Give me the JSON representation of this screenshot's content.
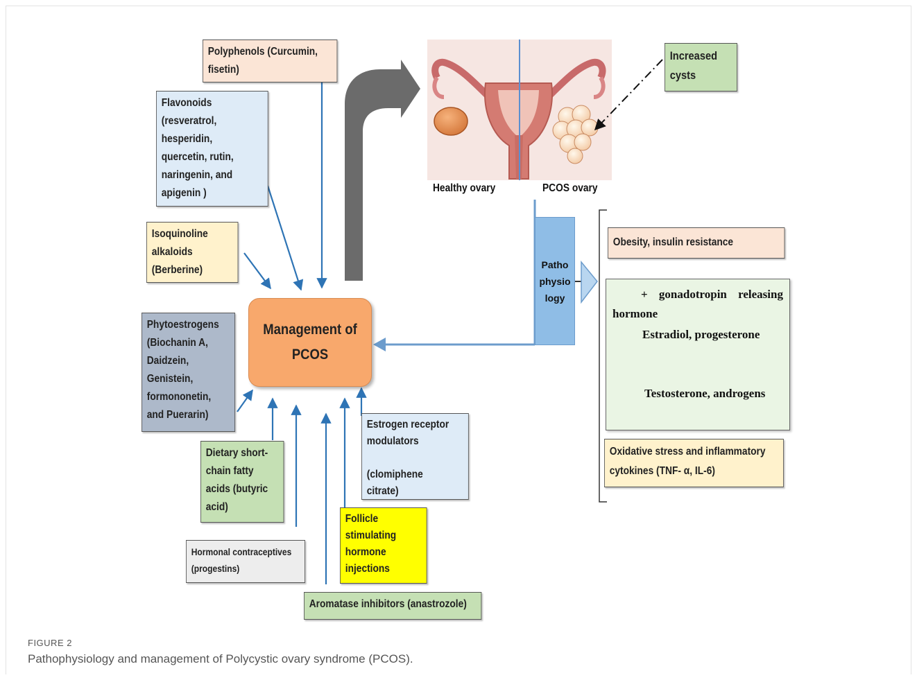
{
  "boxes": {
    "polyphenols": "Polyphenols (Curcumin,\nfisetin)",
    "flavonoids": "Flavonoids\n(resveratrol,\nhesperidin,\nquercetin, rutin,\nnaringenin, and\napigenin )",
    "isoquinoline": "Isoquinoline\nalkaloids\n(Berberine)",
    "phytoestrogens": "Phytoestrogens\n(Biochanin A,\nDaidzein,\nGenistein,\nformononetin,\nand Puerarin)",
    "dietary": "Dietary short-\nchain fatty\nacids (butyric\nacid)",
    "hormonal": "Hormonal contraceptives\n(progestins)",
    "estrogen": "Estrogen receptor\nmodulators\n\n(clomiphene\ncitrate)",
    "follicle": "Follicle\nstimulating\nhormone\ninjections",
    "aromatase": "Aromatase inhibitors (anastrozole)",
    "increased_cysts": "Increased\ncysts",
    "obesity": "Obesity, insulin resistance",
    "oxidative": "Oxidative stress and inflammatory\ncytokines (TNF- α, IL-6)"
  },
  "center": "Management of\nPCOS",
  "patho": "Patho\nphysio\nlogy",
  "ovary_labels": {
    "healthy": "Healthy ovary",
    "pcos": "PCOS ovary"
  },
  "hormones": {
    "gnrh_line1": "+ gonadotropin releasing",
    "gnrh_line2": "hormone",
    "estradiol": "Estradiol, progesterone",
    "testosterone": "Testosterone, androgens"
  },
  "caption": {
    "label": "FIGURE 2",
    "text": "Pathophysiology and management of Polycystic ovary syndrome (PCOS)."
  },
  "colors": {
    "arrow_blue": "#2e74b5",
    "box_peach": "#fbe5d6",
    "box_blue": "#deebf7",
    "box_yellow": "#fff2cc",
    "box_slate": "#adb9ca",
    "box_green": "#c5e0b4",
    "box_grey": "#ededed",
    "box_bright_yellow": "#ffff00",
    "center_orange": "#f8a86c"
  }
}
